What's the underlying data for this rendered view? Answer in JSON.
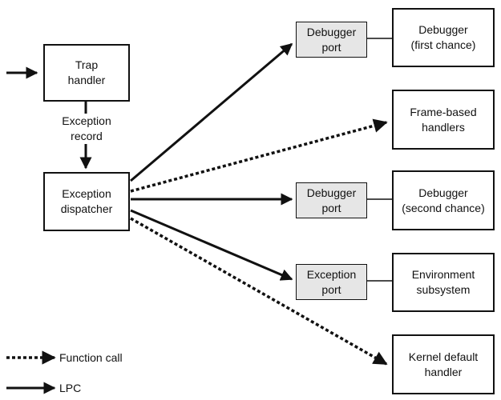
{
  "nodes": {
    "trap_handler": "Trap\nhandler",
    "exception_dispatcher": "Exception\ndispatcher",
    "debugger_port_1": "Debugger\nport",
    "debugger_port_2": "Debugger\nport",
    "exception_port": "Exception\nport",
    "debugger_first_chance": "Debugger\n(first chance)",
    "frame_based_handlers": "Frame-based\nhandlers",
    "debugger_second_chance": "Debugger\n(second chance)",
    "environment_subsystem": "Environment\nsubsystem",
    "kernel_default_handler": "Kernel default\nhandler"
  },
  "edge_labels": {
    "exception_record": "Exception\nrecord"
  },
  "legend": {
    "function_call": "Function call",
    "lpc": "LPC"
  }
}
